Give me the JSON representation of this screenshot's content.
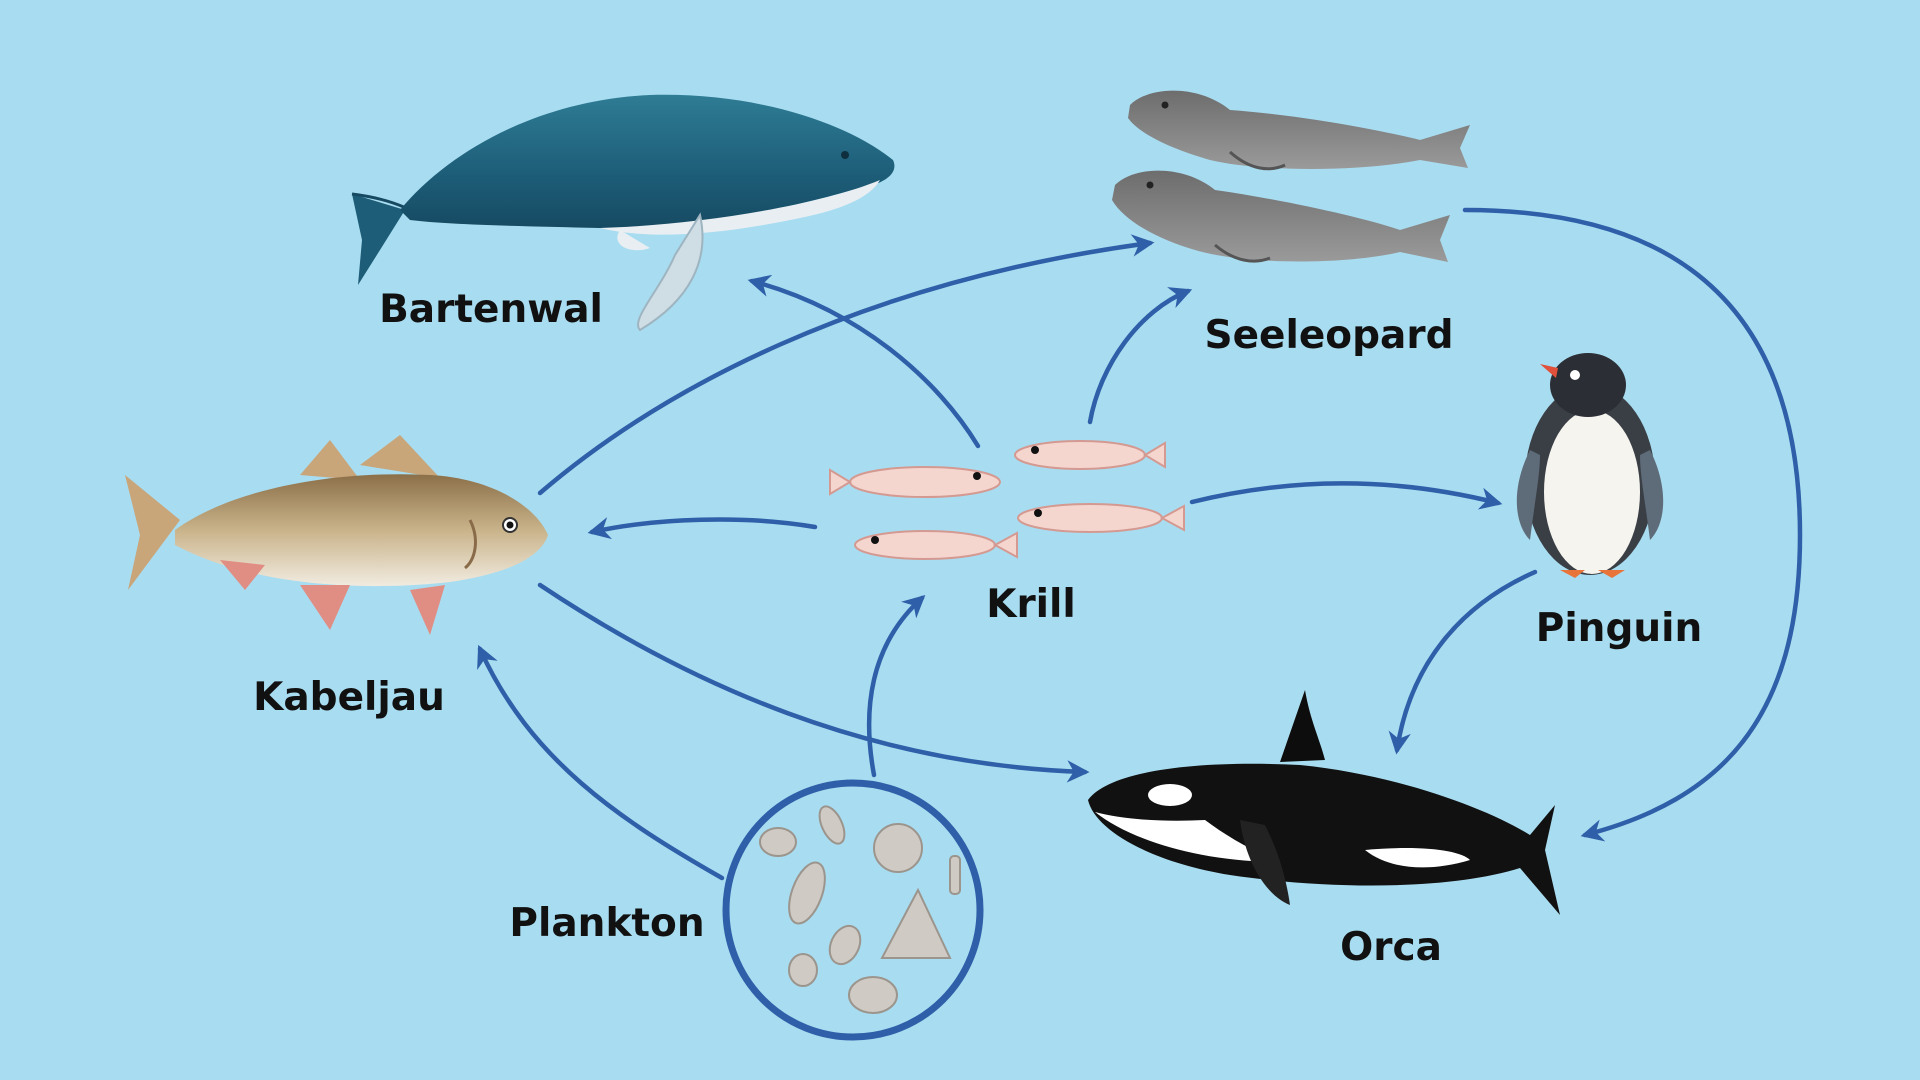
{
  "diagram": {
    "colors": {
      "background": "#a8dcf0",
      "arrow": "#2e5fa8",
      "label": "#111111"
    },
    "nodes": [
      {
        "id": "bartenwal",
        "label": "Bartenwal",
        "icon": "humpback-whale-icon"
      },
      {
        "id": "seeleopard",
        "label": "Seeleopard",
        "icon": "leopard-seal-icon"
      },
      {
        "id": "kabeljau",
        "label": "Kabeljau",
        "icon": "cod-fish-icon"
      },
      {
        "id": "krill",
        "label": "Krill",
        "icon": "krill-icon"
      },
      {
        "id": "pinguin",
        "label": "Pinguin",
        "icon": "penguin-icon"
      },
      {
        "id": "orca",
        "label": "Orca",
        "icon": "orca-icon"
      },
      {
        "id": "plankton",
        "label": "Plankton",
        "icon": "plankton-circle-icon"
      }
    ],
    "edges": [
      {
        "from": "krill",
        "to": "bartenwal"
      },
      {
        "from": "krill",
        "to": "seeleopard"
      },
      {
        "from": "krill",
        "to": "kabeljau"
      },
      {
        "from": "krill",
        "to": "pinguin"
      },
      {
        "from": "kabeljau",
        "to": "seeleopard"
      },
      {
        "from": "kabeljau",
        "to": "orca"
      },
      {
        "from": "seeleopard",
        "to": "orca"
      },
      {
        "from": "pinguin",
        "to": "orca"
      },
      {
        "from": "plankton",
        "to": "krill"
      },
      {
        "from": "plankton",
        "to": "kabeljau"
      }
    ]
  }
}
